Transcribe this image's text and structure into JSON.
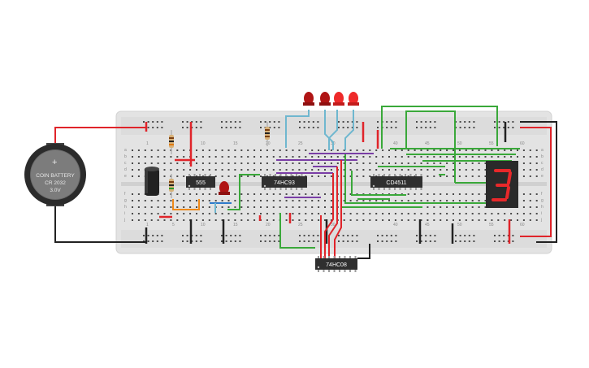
{
  "battery": {
    "label_line1": "COIN BATTERY",
    "label_line2": "CR 2032",
    "label_line3": "3.0V",
    "polarity": "+"
  },
  "chips": {
    "timer": "555",
    "counter": "74HC93",
    "decoder": "CD4511",
    "and_gate": "74HC08"
  },
  "display": {
    "digit": "3",
    "color": "#e8282a"
  },
  "breadboard": {
    "column_numbers_top": [
      "1",
      "10",
      "15",
      "20",
      "25",
      "30",
      "40",
      "45",
      "50",
      "55",
      "60"
    ],
    "column_numbers_bottom": [
      "1",
      "5",
      "10",
      "15",
      "20",
      "25",
      "30",
      "40",
      "45",
      "50",
      "55",
      "60"
    ],
    "row_letters_left": [
      "a",
      "b",
      "c",
      "d",
      "e",
      "f",
      "g",
      "h",
      "i",
      "j"
    ],
    "row_letters_right": [
      "a",
      "b",
      "c",
      "d",
      "e",
      "f",
      "g",
      "h",
      "i",
      "j"
    ]
  },
  "colors": {
    "board": "#e4e4e4",
    "wire_red": "#e0242a",
    "wire_black": "#222222",
    "wire_green": "#3aa83a",
    "wire_cyan": "#6fb7cf",
    "wire_purple": "#7a3ea6",
    "wire_orange": "#ef8a1a",
    "wire_blue": "#2f7ac9",
    "led_red": "#c21c1c",
    "chip": "#2f2f2f"
  }
}
